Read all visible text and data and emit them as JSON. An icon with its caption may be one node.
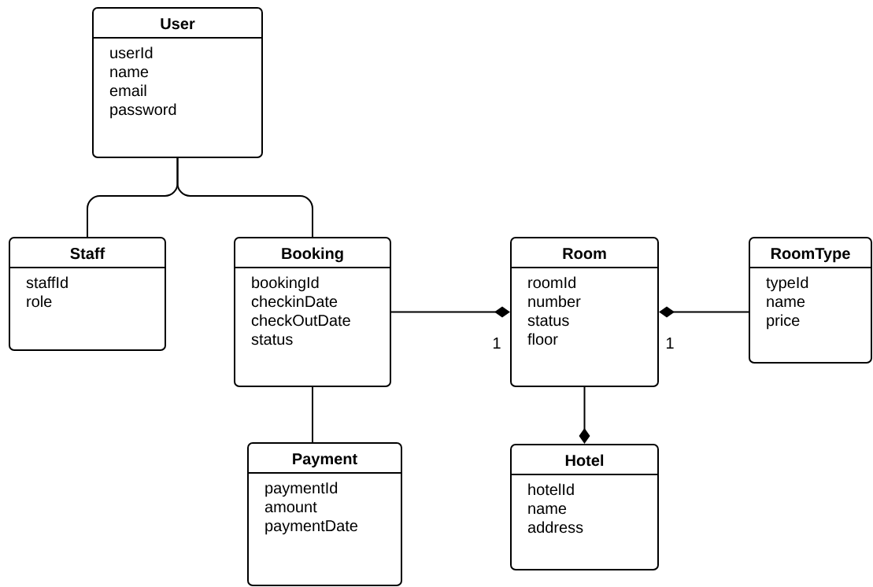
{
  "diagram": {
    "nodes": [
      {
        "text": [
          "User",
          "userId",
          "name",
          "email",
          "password"
        ]
      },
      {
        "text": [
          "Staff",
          "staffId",
          "role"
        ]
      },
      {
        "text": [
          "Booking",
          "bookingId",
          "checkinDate",
          "checkOutDate",
          "status"
        ]
      },
      {
        "text": [
          "Room",
          "roomId",
          "number",
          "status",
          "floor"
        ]
      },
      {
        "text": [
          "RoomType",
          "typeId",
          "name",
          "price"
        ]
      },
      {
        "text": [
          "Payment",
          "paymentId",
          "amount",
          "paymentDate"
        ]
      },
      {
        "text": [
          "Hotel",
          "hotelId",
          "name",
          "address"
        ]
      }
    ],
    "edges": [
      {
        "from": 0,
        "to": 1,
        "arrow": "none"
      },
      {
        "from": 0,
        "to": 2,
        "arrow": "none"
      },
      {
        "from": 2,
        "to": 3,
        "arrow": "other",
        "label": "1"
      },
      {
        "from": 4,
        "to": 3,
        "arrow": "other",
        "label": "1"
      },
      {
        "from": 2,
        "to": 5,
        "arrow": "none"
      },
      {
        "from": 3,
        "to": 6,
        "arrow": "other"
      }
    ]
  }
}
